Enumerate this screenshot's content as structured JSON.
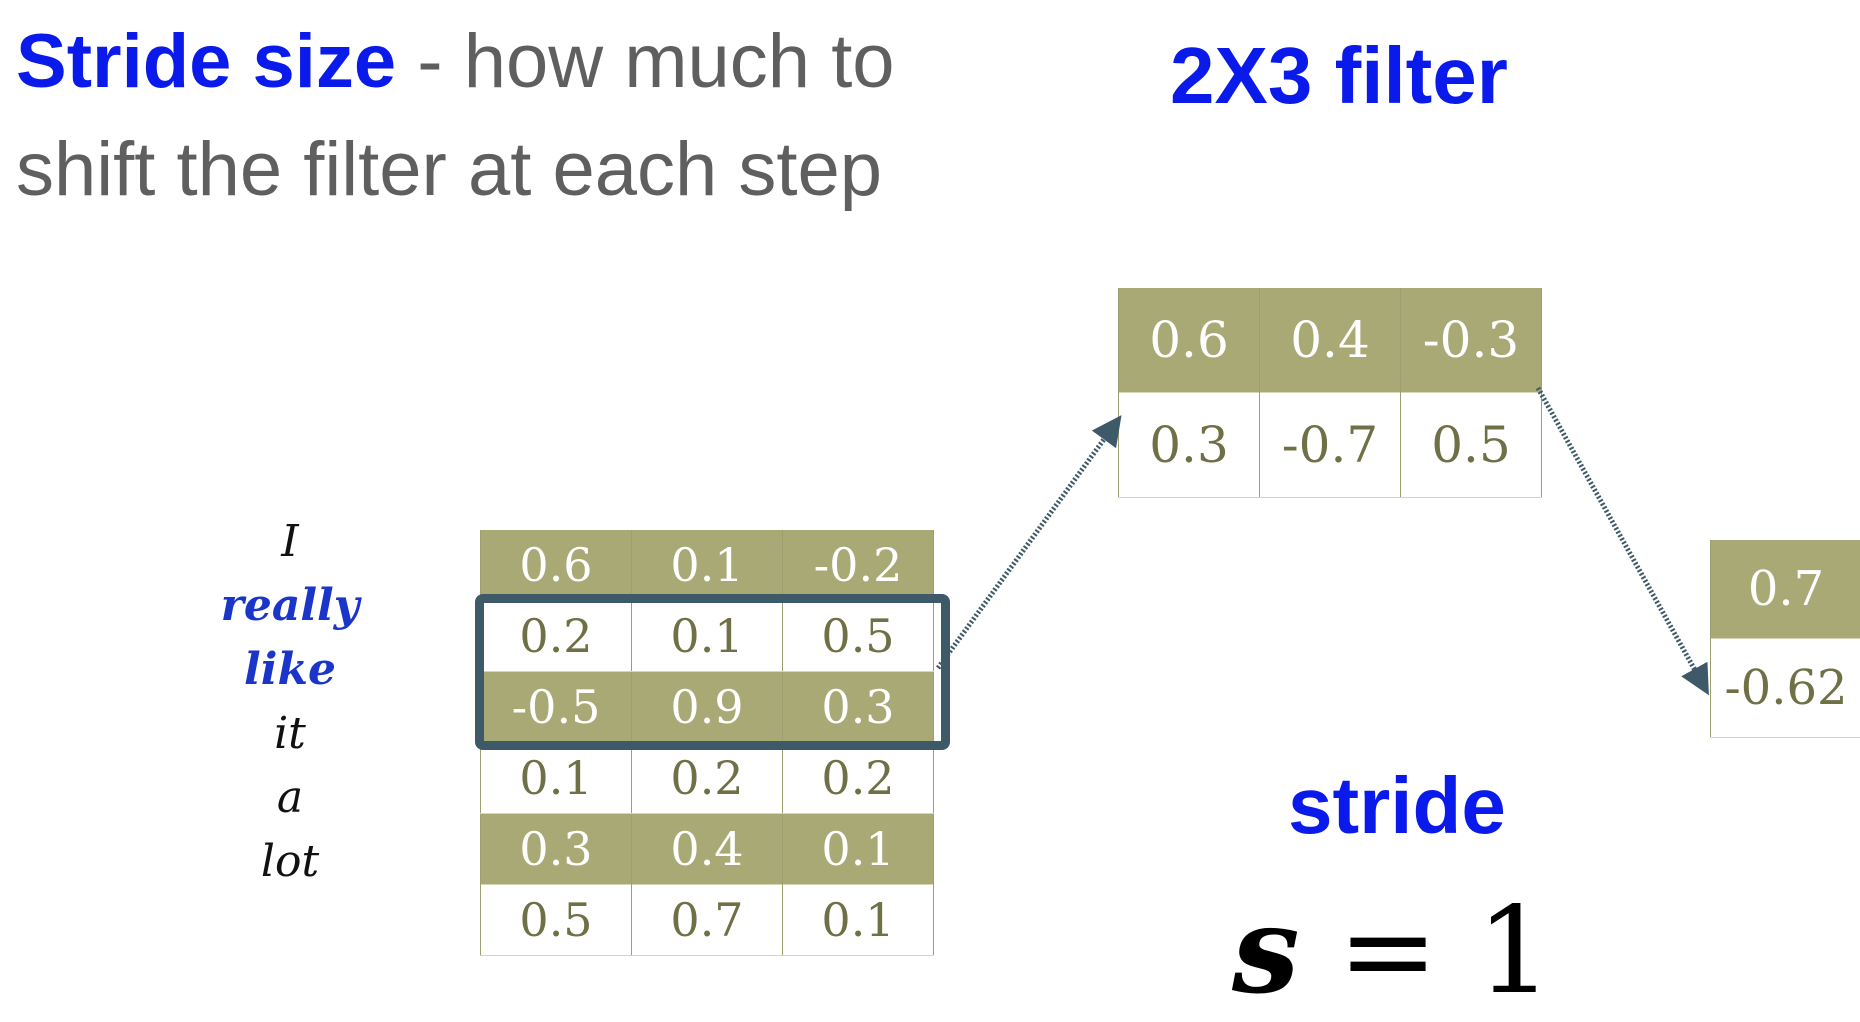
{
  "heading": {
    "highlight": "Stride size",
    "rest": " - how much to shift the filter at each step"
  },
  "filter_title": "2X3 filter",
  "stride_label": "stride",
  "formula": {
    "variable": "s",
    "operator": "=",
    "value": "1"
  },
  "sentence": [
    {
      "word": "I",
      "highlight": false
    },
    {
      "word": "really",
      "highlight": true
    },
    {
      "word": "like",
      "highlight": true
    },
    {
      "word": "it",
      "highlight": false
    },
    {
      "word": "a",
      "highlight": false
    },
    {
      "word": "lot",
      "highlight": false
    }
  ],
  "input_matrix": [
    [
      "0.6",
      "0.1",
      "-0.2"
    ],
    [
      "0.2",
      "0.1",
      "0.5"
    ],
    [
      "-0.5",
      "0.9",
      "0.3"
    ],
    [
      "0.1",
      "0.2",
      "0.2"
    ],
    [
      "0.3",
      "0.4",
      "0.1"
    ],
    [
      "0.5",
      "0.7",
      "0.1"
    ]
  ],
  "filter_matrix": [
    [
      "0.6",
      "0.4",
      "-0.3"
    ],
    [
      "0.3",
      "-0.7",
      "0.5"
    ]
  ],
  "output_matrix": [
    [
      "0.7"
    ],
    [
      "-0.62"
    ]
  ],
  "colors": {
    "highlight_blue": "#0a1aeb",
    "cell_shade": "#a9a976",
    "window_frame": "#3e5a68",
    "arrow": "#3e5a68"
  }
}
